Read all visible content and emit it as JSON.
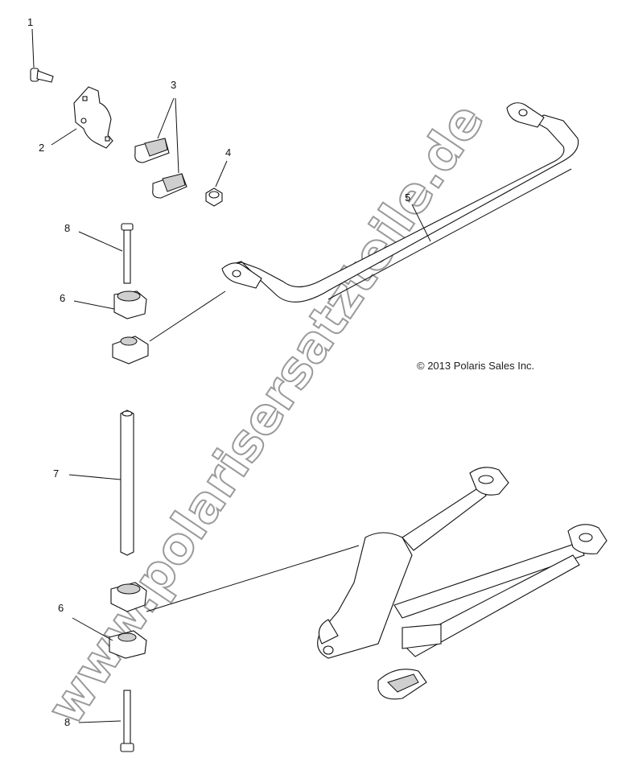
{
  "copyright": "© 2013 Polaris Sales Inc.",
  "watermark": "www.polarisersatzteile.de",
  "callouts": {
    "c1": "1",
    "c2": "2",
    "c3": "3",
    "c4": "4",
    "c5": "5",
    "c6a": "6",
    "c6b": "6",
    "c7": "7",
    "c8a": "8",
    "c8b": "8"
  }
}
